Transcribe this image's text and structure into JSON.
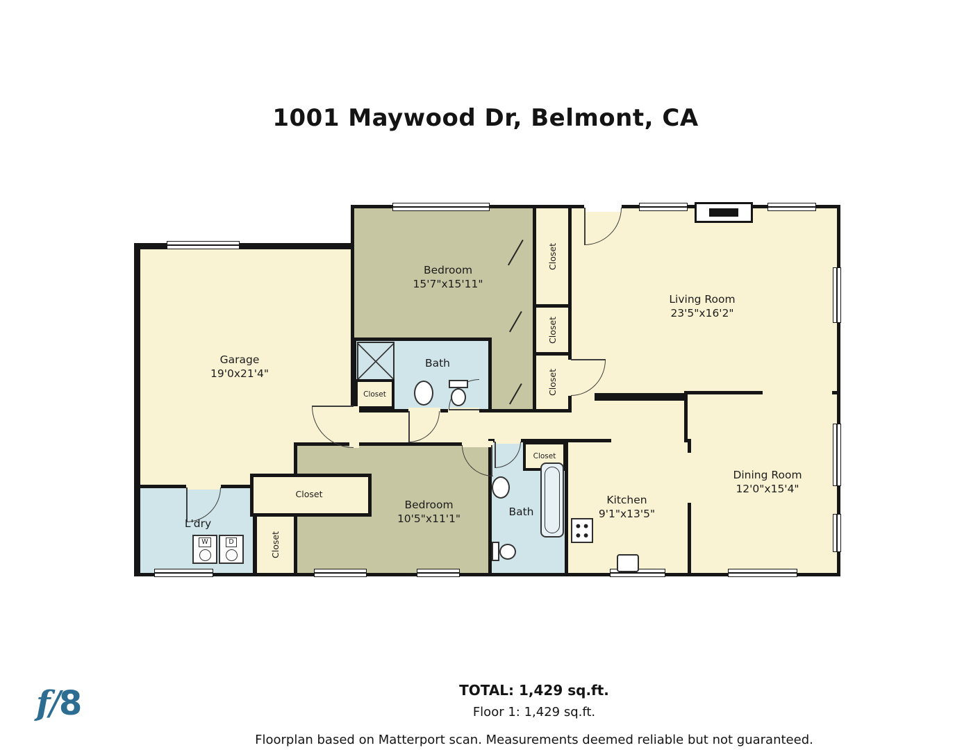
{
  "title": "1001 Maywood Dr, Belmont, CA",
  "rooms": {
    "garage": {
      "name": "Garage",
      "dims": "19'0x21'4\""
    },
    "bedroom_top": {
      "name": "Bedroom",
      "dims": "15'7\"x15'11\""
    },
    "living_room": {
      "name": "Living Room",
      "dims": "23'5\"x16'2\""
    },
    "dining_room": {
      "name": "Dining Room",
      "dims": "12'0\"x15'4\""
    },
    "kitchen": {
      "name": "Kitchen",
      "dims": "9'1\"x13'5\""
    },
    "bedroom_bottom": {
      "name": "Bedroom",
      "dims": "10'5\"x11'1\""
    },
    "bath_top": {
      "name": "Bath"
    },
    "bath_bottom": {
      "name": "Bath"
    },
    "laundry": {
      "name": "L'dry"
    },
    "closet": {
      "name": "Closet"
    }
  },
  "appliances": {
    "washer": "W",
    "dryer": "D"
  },
  "footer": {
    "total": "TOTAL: 1,429 sq.ft.",
    "floor": "Floor 1: 1,429 sq.ft.",
    "disclaimer": "Floorplan based on Matterport scan. Measurements deemed reliable but not guaranteed."
  },
  "logo": {
    "f": "f",
    "slash": "/",
    "eight": "8"
  },
  "colors": {
    "wall": "#161616",
    "room_cream": "#faf3d3",
    "room_olive": "#c6c6a2",
    "room_blue": "#cfe5ea",
    "logo_blue": "#2d6d92"
  }
}
